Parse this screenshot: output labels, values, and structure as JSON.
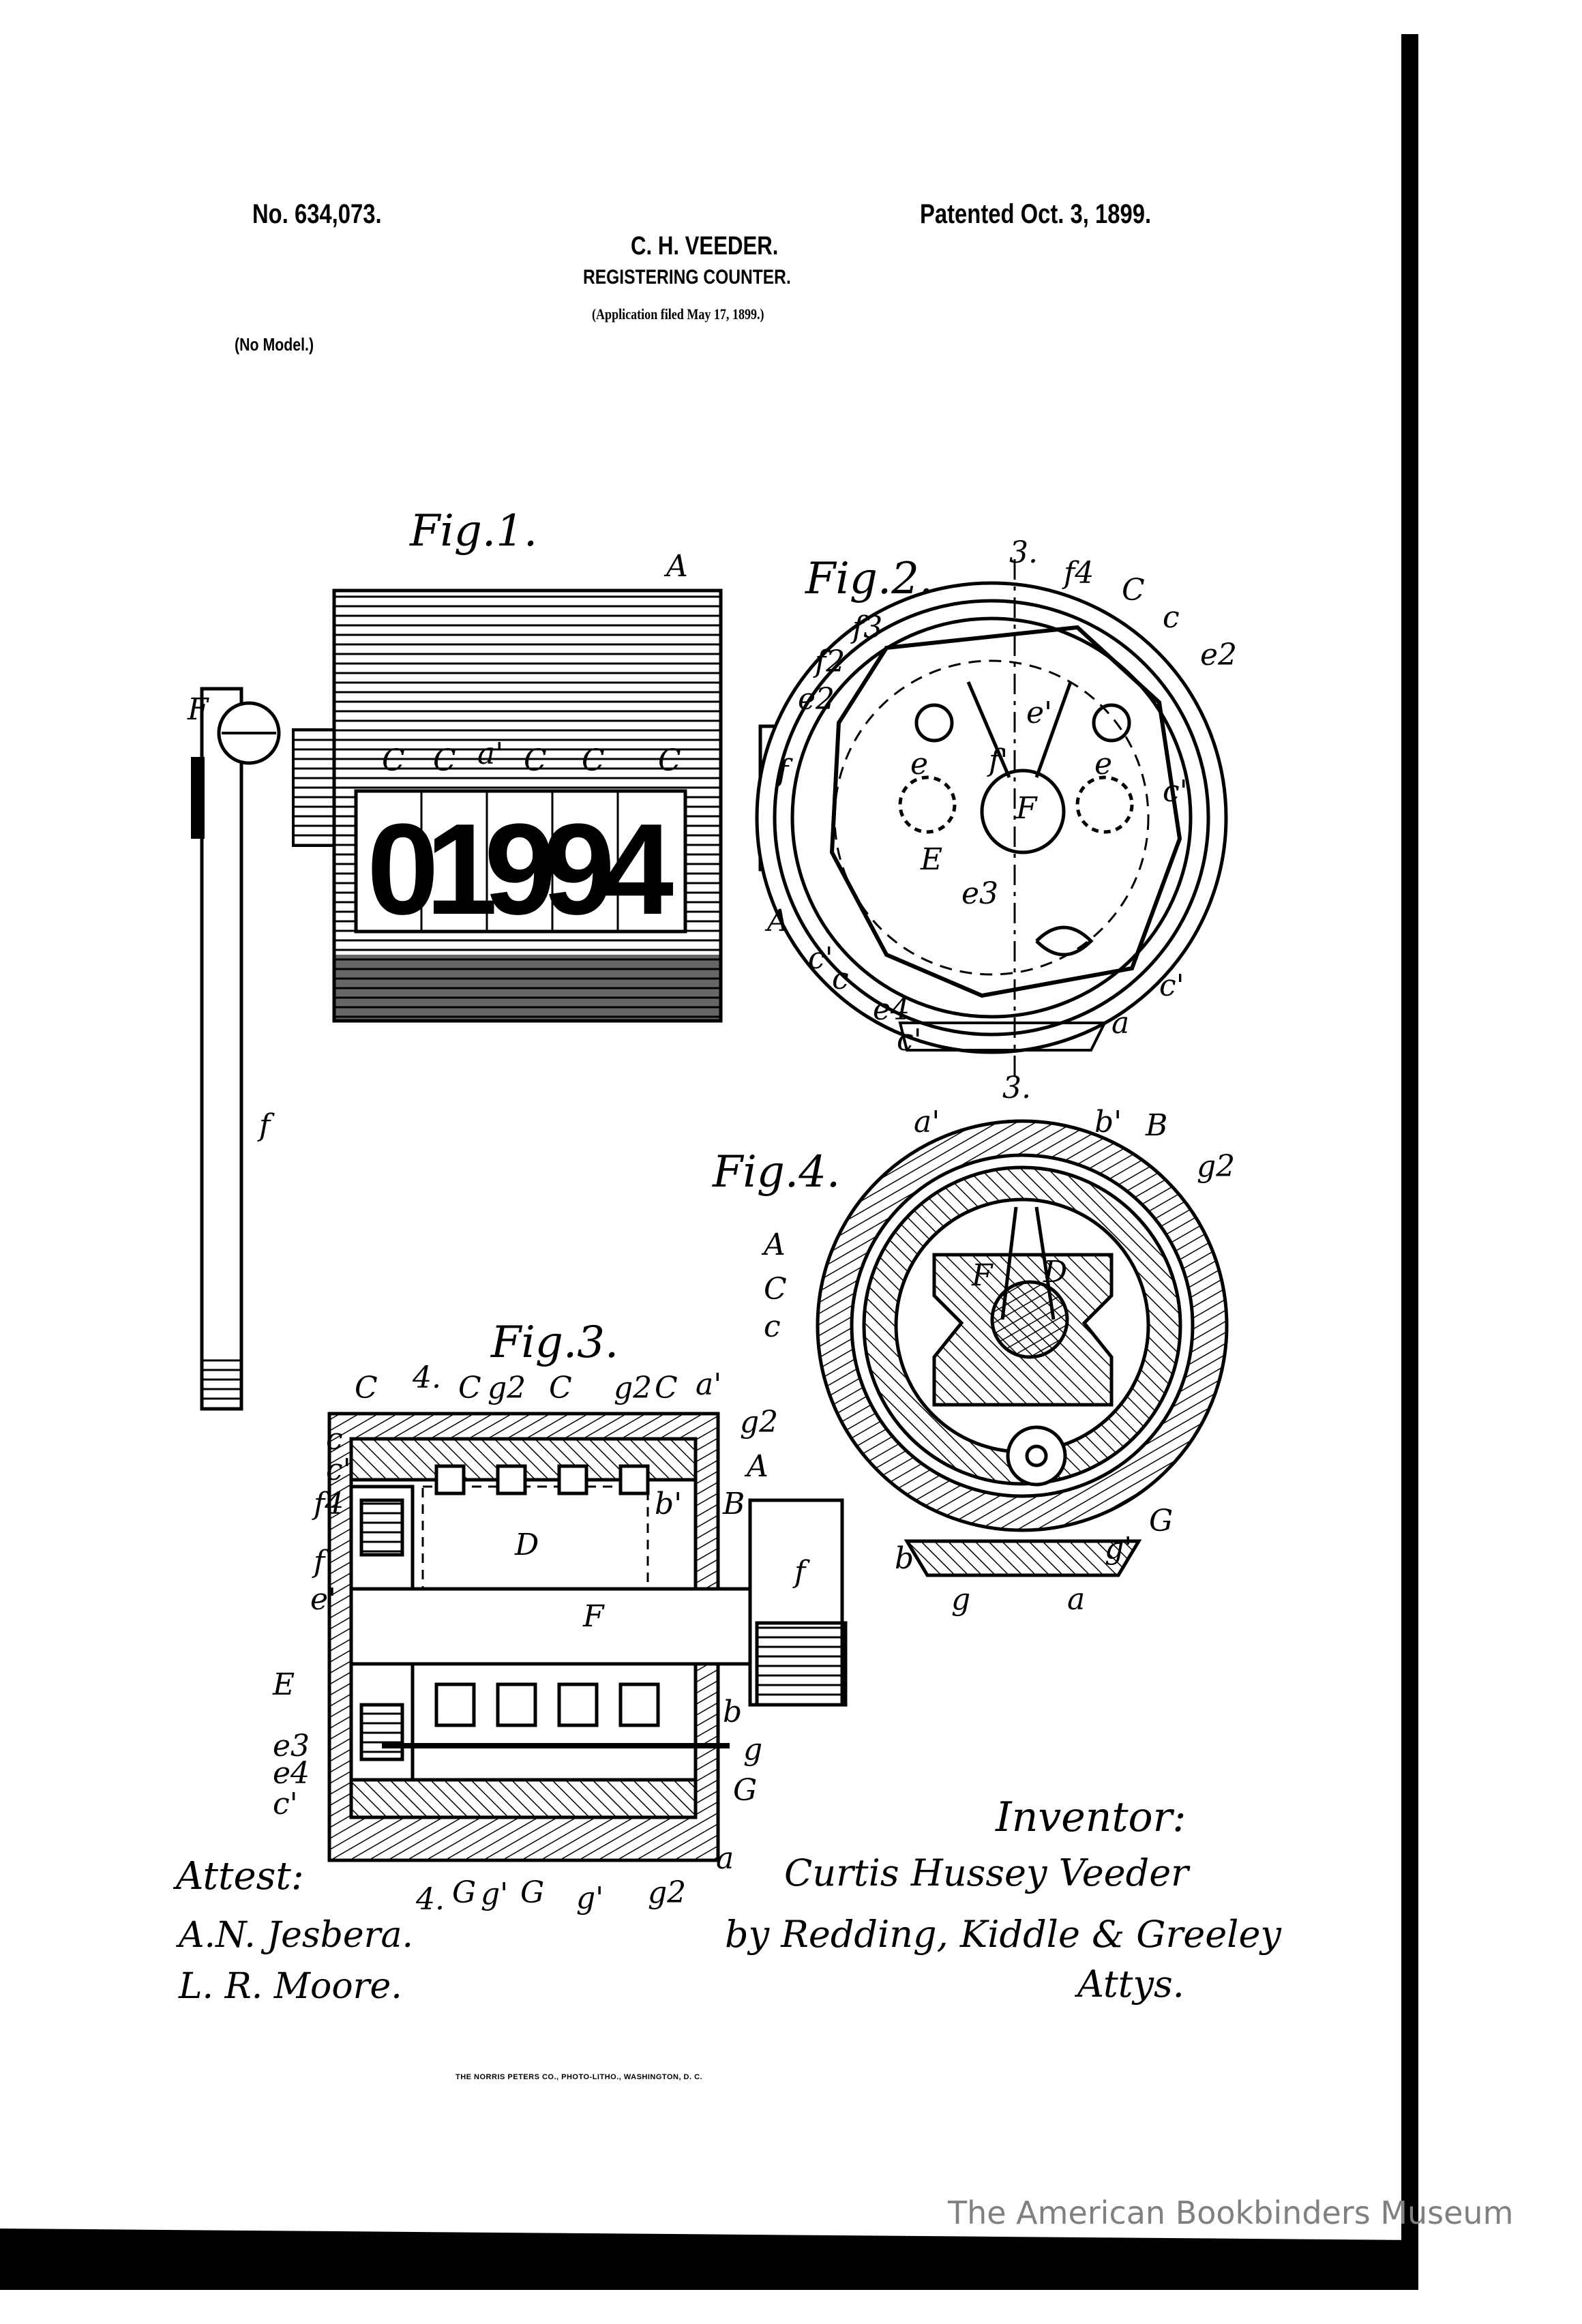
{
  "header": {
    "patent_number": "No. 634,073.",
    "patented_date": "Patented Oct. 3, 1899.",
    "inventor_name": "C. H. VEEDER.",
    "title": "REGISTERING COUNTER.",
    "application": "(Application filed May 17, 1899.)",
    "model_note": "(No Model.)"
  },
  "figures": {
    "fig1": {
      "title": "Fig.1.",
      "counter_reading": "01994",
      "labels": [
        "A",
        "F",
        "C",
        "C",
        "a'",
        "C",
        "C",
        "C",
        "f"
      ]
    },
    "fig2": {
      "title": "Fig.2.",
      "labels": [
        "3.",
        "f4",
        "C",
        "c",
        "e2",
        "f3",
        "f2",
        "e2",
        "e'",
        "e",
        "f'",
        "e",
        "c'",
        "f",
        "F",
        "E",
        "e3",
        "A",
        "c'",
        "c",
        "e4",
        "c'",
        "c'",
        "a",
        "3."
      ]
    },
    "fig3": {
      "title": "Fig.3.",
      "labels": [
        "C",
        "4.",
        "C",
        "g2",
        "C",
        "g2",
        "C",
        "a'",
        "g2",
        "c",
        "c'",
        "f4",
        "A",
        "b'",
        "B",
        "D",
        "f'",
        "f",
        "e'",
        "F",
        "E",
        "b",
        "e3",
        "g",
        "e4",
        "G",
        "c'",
        "a",
        "4.",
        "G",
        "g'",
        "G",
        "g'",
        "g2"
      ]
    },
    "fig4": {
      "title": "Fig.4.",
      "labels": [
        "a'",
        "b'",
        "B",
        "g2",
        "A",
        "C",
        "c",
        "F",
        "D",
        "G",
        "g'",
        "b",
        "g",
        "a"
      ]
    }
  },
  "signatures": {
    "attest_label": "Attest:",
    "witness_1": "A.N. Jesbera.",
    "witness_2": "L. R. Moore.",
    "inventor_label": "Inventor:",
    "inventor_signature": "Curtis Hussey Veeder",
    "attorneys": "by Redding, Kiddle & Greeley",
    "attorneys_label": "Attys."
  },
  "footer": {
    "printer": "THE NORRIS PETERS CO., PHOTO-LITHO., WASHINGTON, D. C.",
    "watermark": "The American Bookbinders Museum"
  },
  "colors": {
    "ink": "#000000",
    "paper": "#ffffff",
    "watermark": "#808080"
  }
}
